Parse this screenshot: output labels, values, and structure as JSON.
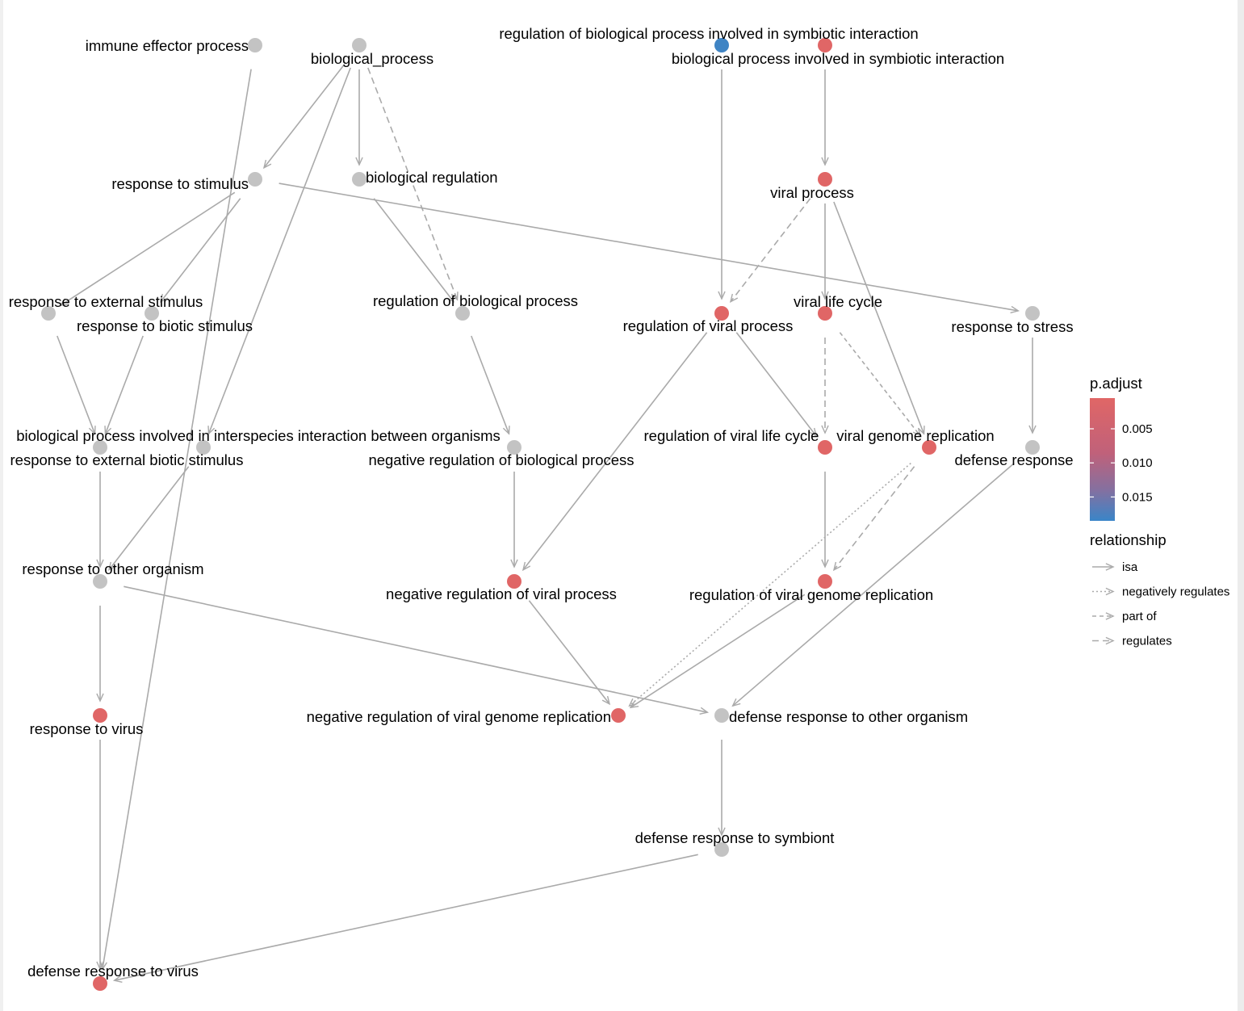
{
  "colors": {
    "edge": "#aaaaaa",
    "node_default": "#c3c3c3",
    "node_red": "#e06666",
    "node_blue": "#3f84c4",
    "scale_low": "#e06666",
    "scale_high": "#3a85c8"
  },
  "nodes": [
    {
      "id": "immune_effector",
      "label": "immune effector process",
      "color": "node_default"
    },
    {
      "id": "biological_process",
      "label": "biological_process",
      "color": "node_default"
    },
    {
      "id": "reg_symbiotic",
      "label": "regulation of biological process involved in symbiotic interaction",
      "color": "node_blue"
    },
    {
      "id": "symbiotic",
      "label": "biological process involved in symbiotic interaction",
      "color": "node_red"
    },
    {
      "id": "response_stimulus",
      "label": "response to stimulus",
      "color": "node_default"
    },
    {
      "id": "biological_regulation",
      "label": "biological regulation",
      "color": "node_default"
    },
    {
      "id": "viral_process",
      "label": "viral process",
      "color": "node_red"
    },
    {
      "id": "response_external",
      "label": "response to external stimulus",
      "color": "node_default"
    },
    {
      "id": "response_biotic",
      "label": "response to biotic stimulus",
      "color": "node_default"
    },
    {
      "id": "reg_bio_process",
      "label": "regulation of biological process",
      "color": "node_default"
    },
    {
      "id": "reg_viral_process",
      "label": "regulation of viral process",
      "color": "node_red"
    },
    {
      "id": "viral_life_cycle",
      "label": "viral life cycle",
      "color": "node_red"
    },
    {
      "id": "response_stress",
      "label": "response to stress",
      "color": "node_default"
    },
    {
      "id": "interspecies",
      "label": "biological process involved in interspecies interaction between organisms",
      "color": "node_default"
    },
    {
      "id": "response_ext_biotic",
      "label": "response to external biotic stimulus",
      "color": "node_default"
    },
    {
      "id": "neg_reg_bio",
      "label": "negative regulation of biological process",
      "color": "node_default"
    },
    {
      "id": "reg_viral_life_cycle",
      "label": "regulation of viral life cycle",
      "color": "node_red"
    },
    {
      "id": "viral_genome_replication",
      "label": "viral genome replication",
      "color": "node_red"
    },
    {
      "id": "defense_response",
      "label": "defense response",
      "color": "node_default"
    },
    {
      "id": "response_other",
      "label": "response to other organism",
      "color": "node_default"
    },
    {
      "id": "neg_reg_viral_process",
      "label": "negative regulation of viral process",
      "color": "node_red"
    },
    {
      "id": "reg_viral_genome_rep",
      "label": "regulation of viral genome replication",
      "color": "node_red"
    },
    {
      "id": "response_virus",
      "label": "response to virus",
      "color": "node_red"
    },
    {
      "id": "neg_reg_viral_genome",
      "label": "negative regulation of viral genome replication",
      "color": "node_red"
    },
    {
      "id": "defense_other",
      "label": "defense response to other organism",
      "color": "node_default"
    },
    {
      "id": "defense_symbiont",
      "label": "defense response to symbiont",
      "color": "node_default"
    },
    {
      "id": "defense_virus",
      "label": "defense response to virus",
      "color": "node_red"
    }
  ],
  "edges": [
    {
      "from": "immune_effector",
      "to": "defense_virus",
      "type": "isa"
    },
    {
      "from": "biological_process",
      "to": "response_stimulus",
      "type": "isa"
    },
    {
      "from": "biological_process",
      "to": "biological_regulation",
      "type": "isa"
    },
    {
      "from": "biological_process",
      "to": "reg_bio_process",
      "type": "regulates"
    },
    {
      "from": "biological_process",
      "to": "interspecies",
      "type": "isa"
    },
    {
      "from": "response_stimulus",
      "to": "response_external",
      "type": "isa"
    },
    {
      "from": "response_stimulus",
      "to": "response_biotic",
      "type": "isa"
    },
    {
      "from": "response_stimulus",
      "to": "response_stress",
      "type": "isa"
    },
    {
      "from": "biological_regulation",
      "to": "reg_bio_process",
      "type": "isa"
    },
    {
      "from": "reg_symbiotic",
      "to": "reg_viral_process",
      "type": "isa"
    },
    {
      "from": "symbiotic",
      "to": "viral_process",
      "type": "isa"
    },
    {
      "from": "viral_process",
      "to": "reg_viral_process",
      "type": "regulates"
    },
    {
      "from": "viral_process",
      "to": "viral_life_cycle",
      "type": "isa"
    },
    {
      "from": "viral_process",
      "to": "viral_genome_replication",
      "type": "isa"
    },
    {
      "from": "response_external",
      "to": "response_ext_biotic",
      "type": "isa"
    },
    {
      "from": "response_biotic",
      "to": "response_ext_biotic",
      "type": "isa"
    },
    {
      "from": "reg_bio_process",
      "to": "neg_reg_bio",
      "type": "isa"
    },
    {
      "from": "reg_viral_process",
      "to": "neg_reg_viral_process",
      "type": "isa"
    },
    {
      "from": "reg_viral_process",
      "to": "reg_viral_life_cycle",
      "type": "isa"
    },
    {
      "from": "viral_life_cycle",
      "to": "reg_viral_life_cycle",
      "type": "regulates"
    },
    {
      "from": "viral_life_cycle",
      "to": "viral_genome_replication",
      "type": "part_of"
    },
    {
      "from": "response_stress",
      "to": "defense_response",
      "type": "isa"
    },
    {
      "from": "interspecies",
      "to": "response_other",
      "type": "isa"
    },
    {
      "from": "response_ext_biotic",
      "to": "response_other",
      "type": "isa"
    },
    {
      "from": "neg_reg_bio",
      "to": "neg_reg_viral_process",
      "type": "isa"
    },
    {
      "from": "reg_viral_life_cycle",
      "to": "reg_viral_genome_rep",
      "type": "isa"
    },
    {
      "from": "viral_genome_replication",
      "to": "reg_viral_genome_rep",
      "type": "regulates"
    },
    {
      "from": "viral_genome_replication",
      "to": "neg_reg_viral_genome",
      "type": "negatively_regulates"
    },
    {
      "from": "defense_response",
      "to": "defense_other",
      "type": "isa"
    },
    {
      "from": "response_other",
      "to": "response_virus",
      "type": "isa"
    },
    {
      "from": "response_other",
      "to": "defense_other",
      "type": "isa"
    },
    {
      "from": "neg_reg_viral_process",
      "to": "neg_reg_viral_genome",
      "type": "isa"
    },
    {
      "from": "reg_viral_genome_rep",
      "to": "neg_reg_viral_genome",
      "type": "isa"
    },
    {
      "from": "response_virus",
      "to": "defense_virus",
      "type": "isa"
    },
    {
      "from": "defense_other",
      "to": "defense_symbiont",
      "type": "isa"
    },
    {
      "from": "defense_symbiont",
      "to": "defense_virus",
      "type": "isa"
    }
  ],
  "legend": {
    "color_title": "p.adjust",
    "color_ticks": [
      {
        "label": "0.005",
        "value": 0.005
      },
      {
        "label": "0.010",
        "value": 0.01
      },
      {
        "label": "0.015",
        "value": 0.015
      }
    ],
    "color_range": [
      0.0005,
      0.0185
    ],
    "relationship_title": "relationship",
    "relationship_items": [
      {
        "label": "isa",
        "type": "isa"
      },
      {
        "label": "negatively regulates",
        "type": "negatively_regulates"
      },
      {
        "label": "part of",
        "type": "part_of"
      },
      {
        "label": "regulates",
        "type": "regulates"
      }
    ]
  }
}
